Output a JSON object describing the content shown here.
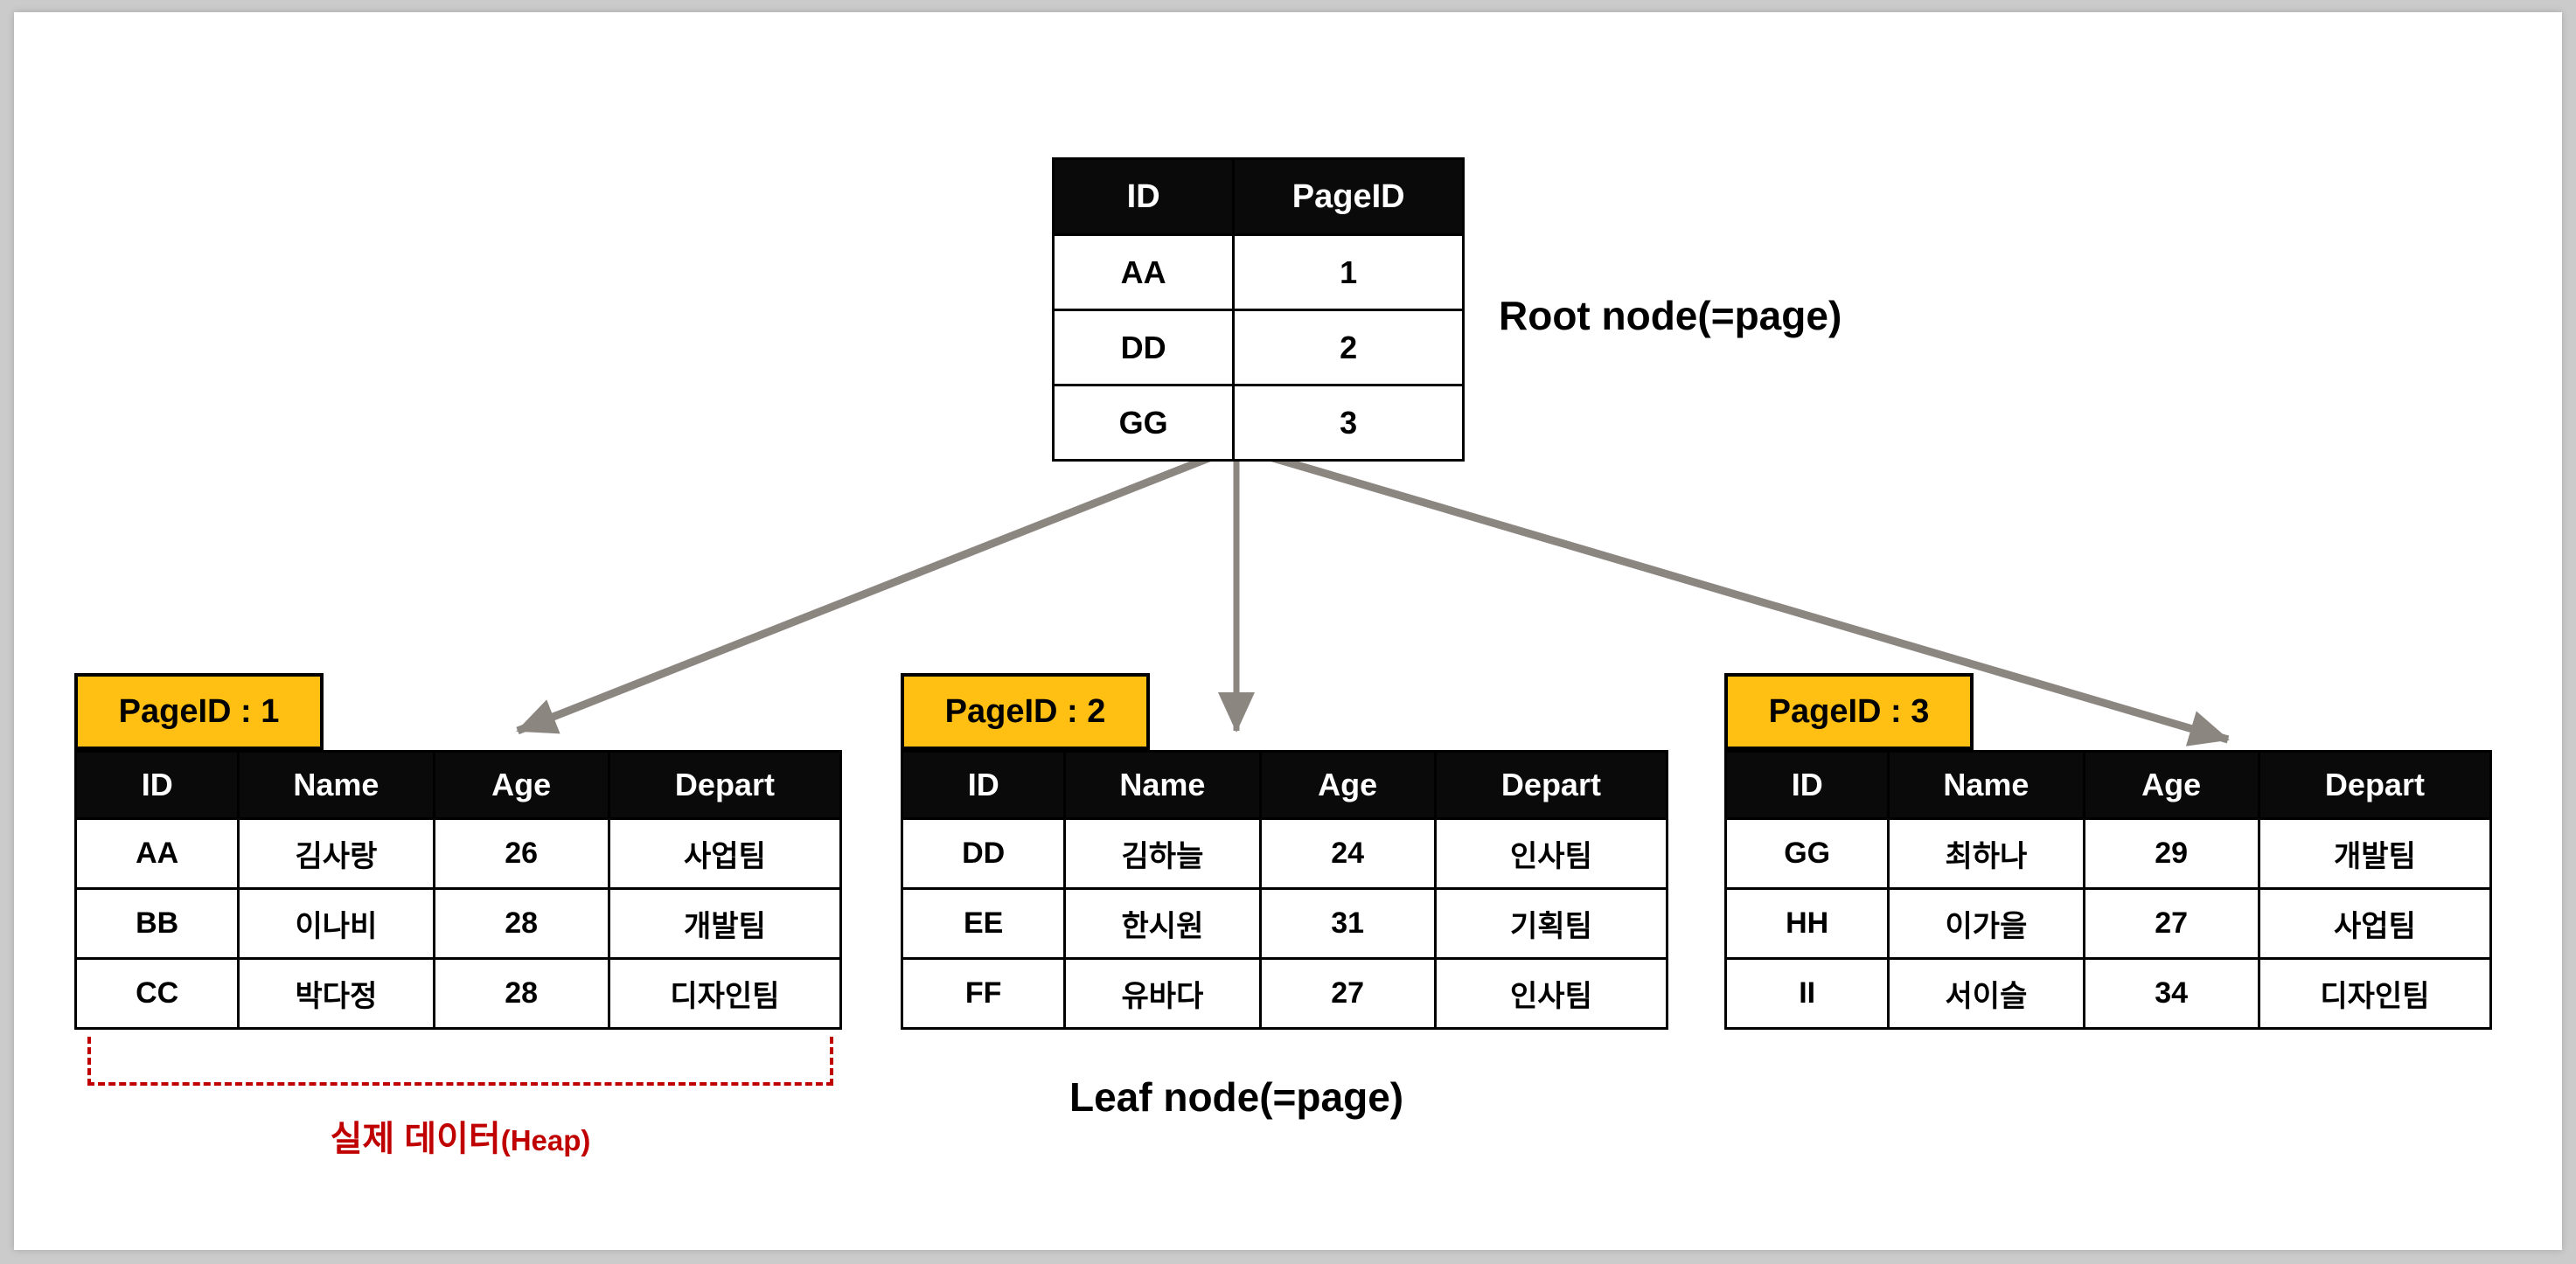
{
  "diagram": {
    "root_node": {
      "label": "Root node(=page)",
      "columns": [
        "ID",
        "PageID"
      ],
      "rows": [
        [
          "AA",
          "1"
        ],
        [
          "DD",
          "2"
        ],
        [
          "GG",
          "3"
        ]
      ]
    },
    "leaf_label": "Leaf node(=page)",
    "heap_label": "실제 데이터",
    "heap_label_suffix": "(Heap)",
    "leaf_pages": [
      {
        "badge": "PageID : 1",
        "columns": [
          "ID",
          "Name",
          "Age",
          "Depart"
        ],
        "rows": [
          [
            "AA",
            "김사랑",
            "26",
            "사업팀"
          ],
          [
            "BB",
            "이나비",
            "28",
            "개발팀"
          ],
          [
            "CC",
            "박다정",
            "28",
            "디자인팀"
          ]
        ]
      },
      {
        "badge": "PageID : 2",
        "columns": [
          "ID",
          "Name",
          "Age",
          "Depart"
        ],
        "rows": [
          [
            "DD",
            "김하늘",
            "24",
            "인사팀"
          ],
          [
            "EE",
            "한시원",
            "31",
            "기획팀"
          ],
          [
            "FF",
            "유바다",
            "27",
            "인사팀"
          ]
        ]
      },
      {
        "badge": "PageID : 3",
        "columns": [
          "ID",
          "Name",
          "Age",
          "Depart"
        ],
        "rows": [
          [
            "GG",
            "최하나",
            "29",
            "개발팀"
          ],
          [
            "HH",
            "이가을",
            "27",
            "사업팀"
          ],
          [
            "II",
            "서이슬",
            "34",
            "디자인팀"
          ]
        ]
      }
    ],
    "colors": {
      "badge_fill": "#FFC013",
      "arrow_gray": "#8C8681",
      "heap_red": "#C00000",
      "table_header_bg": "#000000",
      "canvas_bg": "#FFFFFF",
      "frame_bg": "#CBCBCB"
    }
  }
}
